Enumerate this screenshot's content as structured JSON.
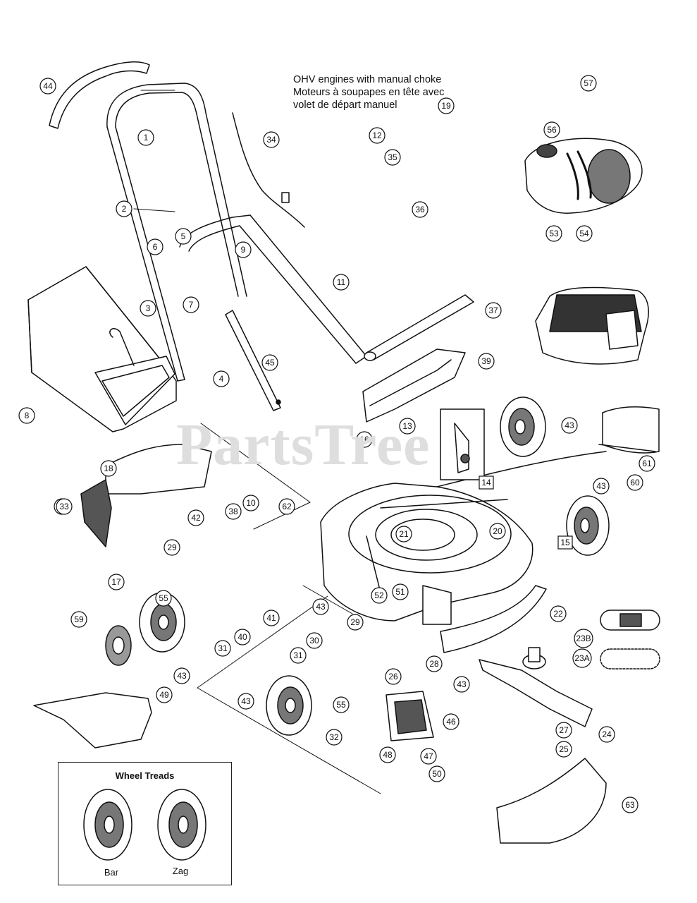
{
  "watermark": "PartsTree",
  "note": {
    "line1": "OHV engines with manual choke",
    "line2": "Moteurs à soupapes en tête avec",
    "line3": "volet de départ manuel"
  },
  "wheel_treads": {
    "title": "Wheel Treads",
    "labels": [
      "Bar",
      "Zag"
    ]
  },
  "callouts": [
    "44",
    "1",
    "34",
    "19",
    "12",
    "57",
    "56",
    "35",
    "2",
    "36",
    "5",
    "6",
    "9",
    "11",
    "7",
    "3",
    "53",
    "54",
    "37",
    "45",
    "39",
    "4",
    "8",
    "13",
    "16",
    "43",
    "18",
    "33",
    "61",
    "14",
    "60",
    "10",
    "62",
    "38",
    "20",
    "42",
    "29",
    "21",
    "52",
    "51",
    "15",
    "17",
    "55",
    "41",
    "40",
    "43",
    "59",
    "31",
    "29",
    "22",
    "23B",
    "23A",
    "30",
    "28",
    "43",
    "31",
    "26",
    "43",
    "49",
    "55",
    "24",
    "27",
    "46",
    "32",
    "25",
    "48",
    "47",
    "50",
    "63",
    "33",
    "43",
    "43"
  ],
  "boxed_callouts": [
    "14",
    "15"
  ]
}
